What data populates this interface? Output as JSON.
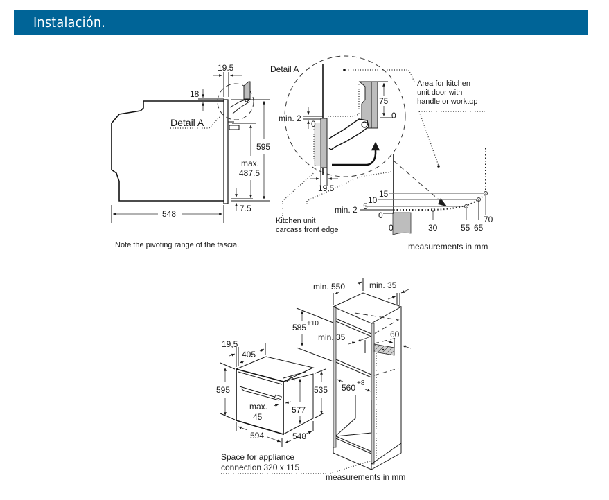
{
  "header": {
    "title": "Instalación.",
    "background_color": "#006497",
    "text_color": "#ffffff"
  },
  "side_view": {
    "labels": {
      "width_548": "548",
      "height_595": "595",
      "max_label": "max.",
      "max_value": "487.5",
      "gap_7_5": "7.5",
      "offset_18": "18",
      "offset_19_5": "19.5",
      "detail_ref": "Detail A"
    },
    "note": "Note the pivoting range of the fascia."
  },
  "detail_a": {
    "title": "Detail A",
    "labels": {
      "dim_75": "75",
      "dim_0_top": "0",
      "min_2": "min. 2",
      "dim_0_left": "0",
      "dim_19_5": "19.5"
    },
    "callouts": {
      "area_line1": "Area for kitchen",
      "area_line2": "unit door with",
      "area_line3": "handle or worktop",
      "carcass_line1": "Kitchen unit",
      "carcass_line2": "carcass front edge"
    }
  },
  "pivot_graph": {
    "y_labels": [
      "15",
      "10",
      "5",
      "min. 2",
      "0"
    ],
    "x_labels": [
      "0",
      "30",
      "55",
      "65",
      "70"
    ],
    "units_note": "measurements in mm"
  },
  "installation_view": {
    "oven_labels": {
      "depth_19_5": "19,5",
      "depth_405": "405",
      "height_595": "595",
      "max_label": "max.",
      "max_value": "45",
      "height_577": "577",
      "height_535": "535",
      "width_594": "594",
      "depth_548": "548"
    },
    "cabinet_labels": {
      "min_550": "min. 550",
      "min_35_top": "min. 35",
      "height_585_base": "585",
      "height_585_tol": "+10",
      "min_35_mid": "min. 35",
      "dim_60": "60",
      "width_560_base": "560",
      "width_560_tol": "+8"
    },
    "connection_line1": "Space for appliance",
    "connection_line2": "connection 320 x 115",
    "units_note": "measurements in mm"
  }
}
